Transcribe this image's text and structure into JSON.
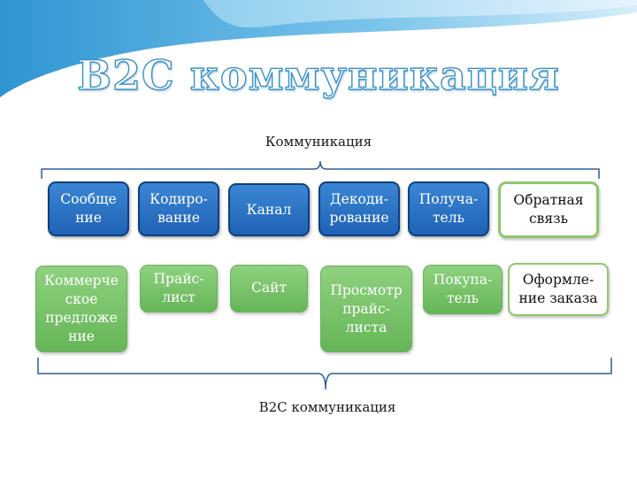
{
  "title": "B2C коммуникация",
  "top_label": "Коммуникация",
  "bottom_label": "B2C коммуникация",
  "stages": [
    "Сообще\nние",
    "Кодиро-\nвание",
    "Канал",
    "Декоди-\nрование",
    "Получа-\nтель",
    "Обратная\nсвязь"
  ],
  "b2c_steps": [
    "Коммерче\nское\nпредложе\nние",
    "Прайс-\nлист",
    "Сайт",
    "Просмотр\nпрайс-\nлиста",
    "Покупа-\nтель",
    "Оформле-\nние заказа"
  ],
  "colors": {
    "stage_fill": "#2a72c4",
    "stage_border": "#0f3f7e",
    "step_fill": "#7cc46c",
    "highlight_border": "#8ec86a",
    "title_outline": "#3a92c8"
  }
}
